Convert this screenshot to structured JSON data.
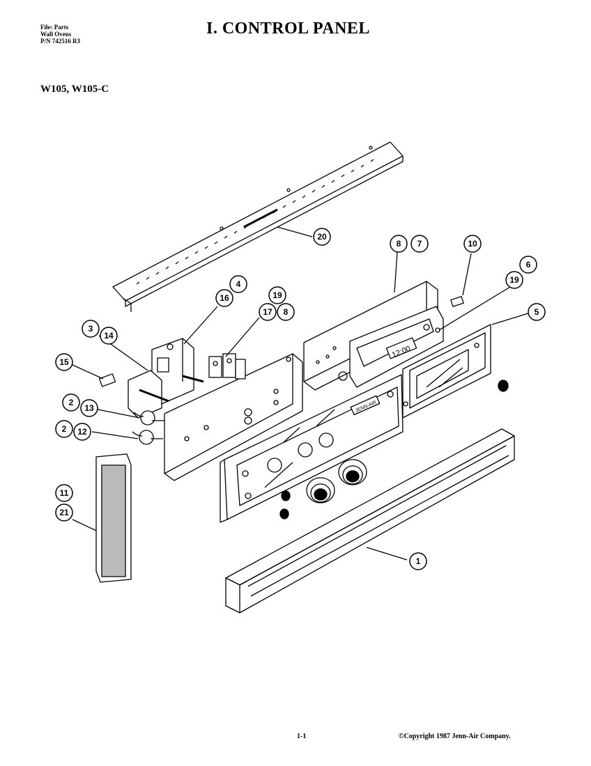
{
  "header": {
    "file_line": "File: Parts",
    "category_line": "Wall Ovens",
    "pn_line": "P/N 742516 R3",
    "title": "I. CONTROL PANEL",
    "models": "W105, W105-C"
  },
  "callouts": [
    "20",
    "8",
    "7",
    "10",
    "6",
    "19",
    "5",
    "16",
    "4",
    "19",
    "17",
    "8",
    "3",
    "14",
    "15",
    "2",
    "13",
    "2",
    "12",
    "11",
    "21",
    "1"
  ],
  "footer": {
    "page": "1-1",
    "copyright": "©Copyright 1987 Jenn-Air Company."
  },
  "panel_brand": "JENN-AIR",
  "clock_display": "12:00"
}
